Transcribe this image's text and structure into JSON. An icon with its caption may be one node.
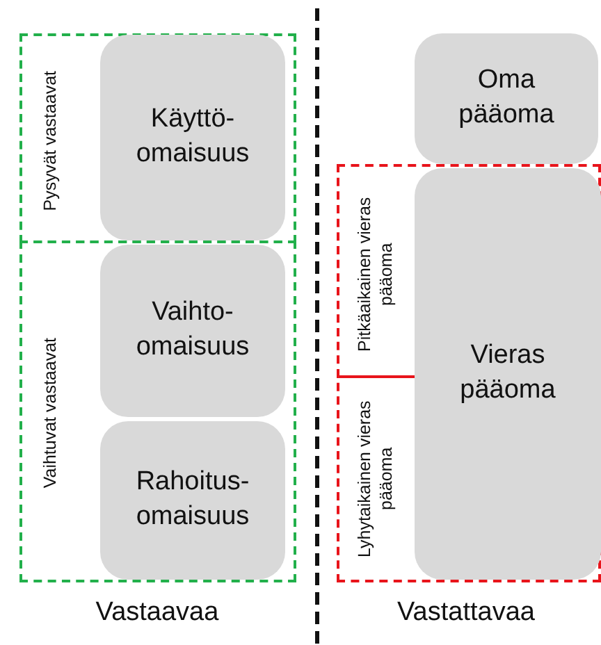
{
  "diagram": {
    "nodes": [
      {
        "text": [
          "Pysyvät vastaavat"
        ]
      },
      {
        "text": [
          "Käyttö-omaisuus"
        ],
        "in": 0
      },
      {
        "text": [
          "Vaihtuvat vastaavat"
        ]
      },
      {
        "text": [
          "Vaihto-omaisuus"
        ],
        "in": 2
      },
      {
        "text": [
          "Rahoitus-omaisuus"
        ],
        "in": 2
      },
      {
        "text": [
          "Oma pääoma"
        ]
      },
      {
        "text": [
          "Pitkäaikainen vieras pääoma",
          "Lyhytaikainen vieras pääoma"
        ]
      },
      {
        "text": [
          "Vieras pääoma"
        ],
        "in": 6
      }
    ],
    "edges": [],
    "labels": [
      "Vastaavaa",
      "Vastattavaa"
    ]
  }
}
